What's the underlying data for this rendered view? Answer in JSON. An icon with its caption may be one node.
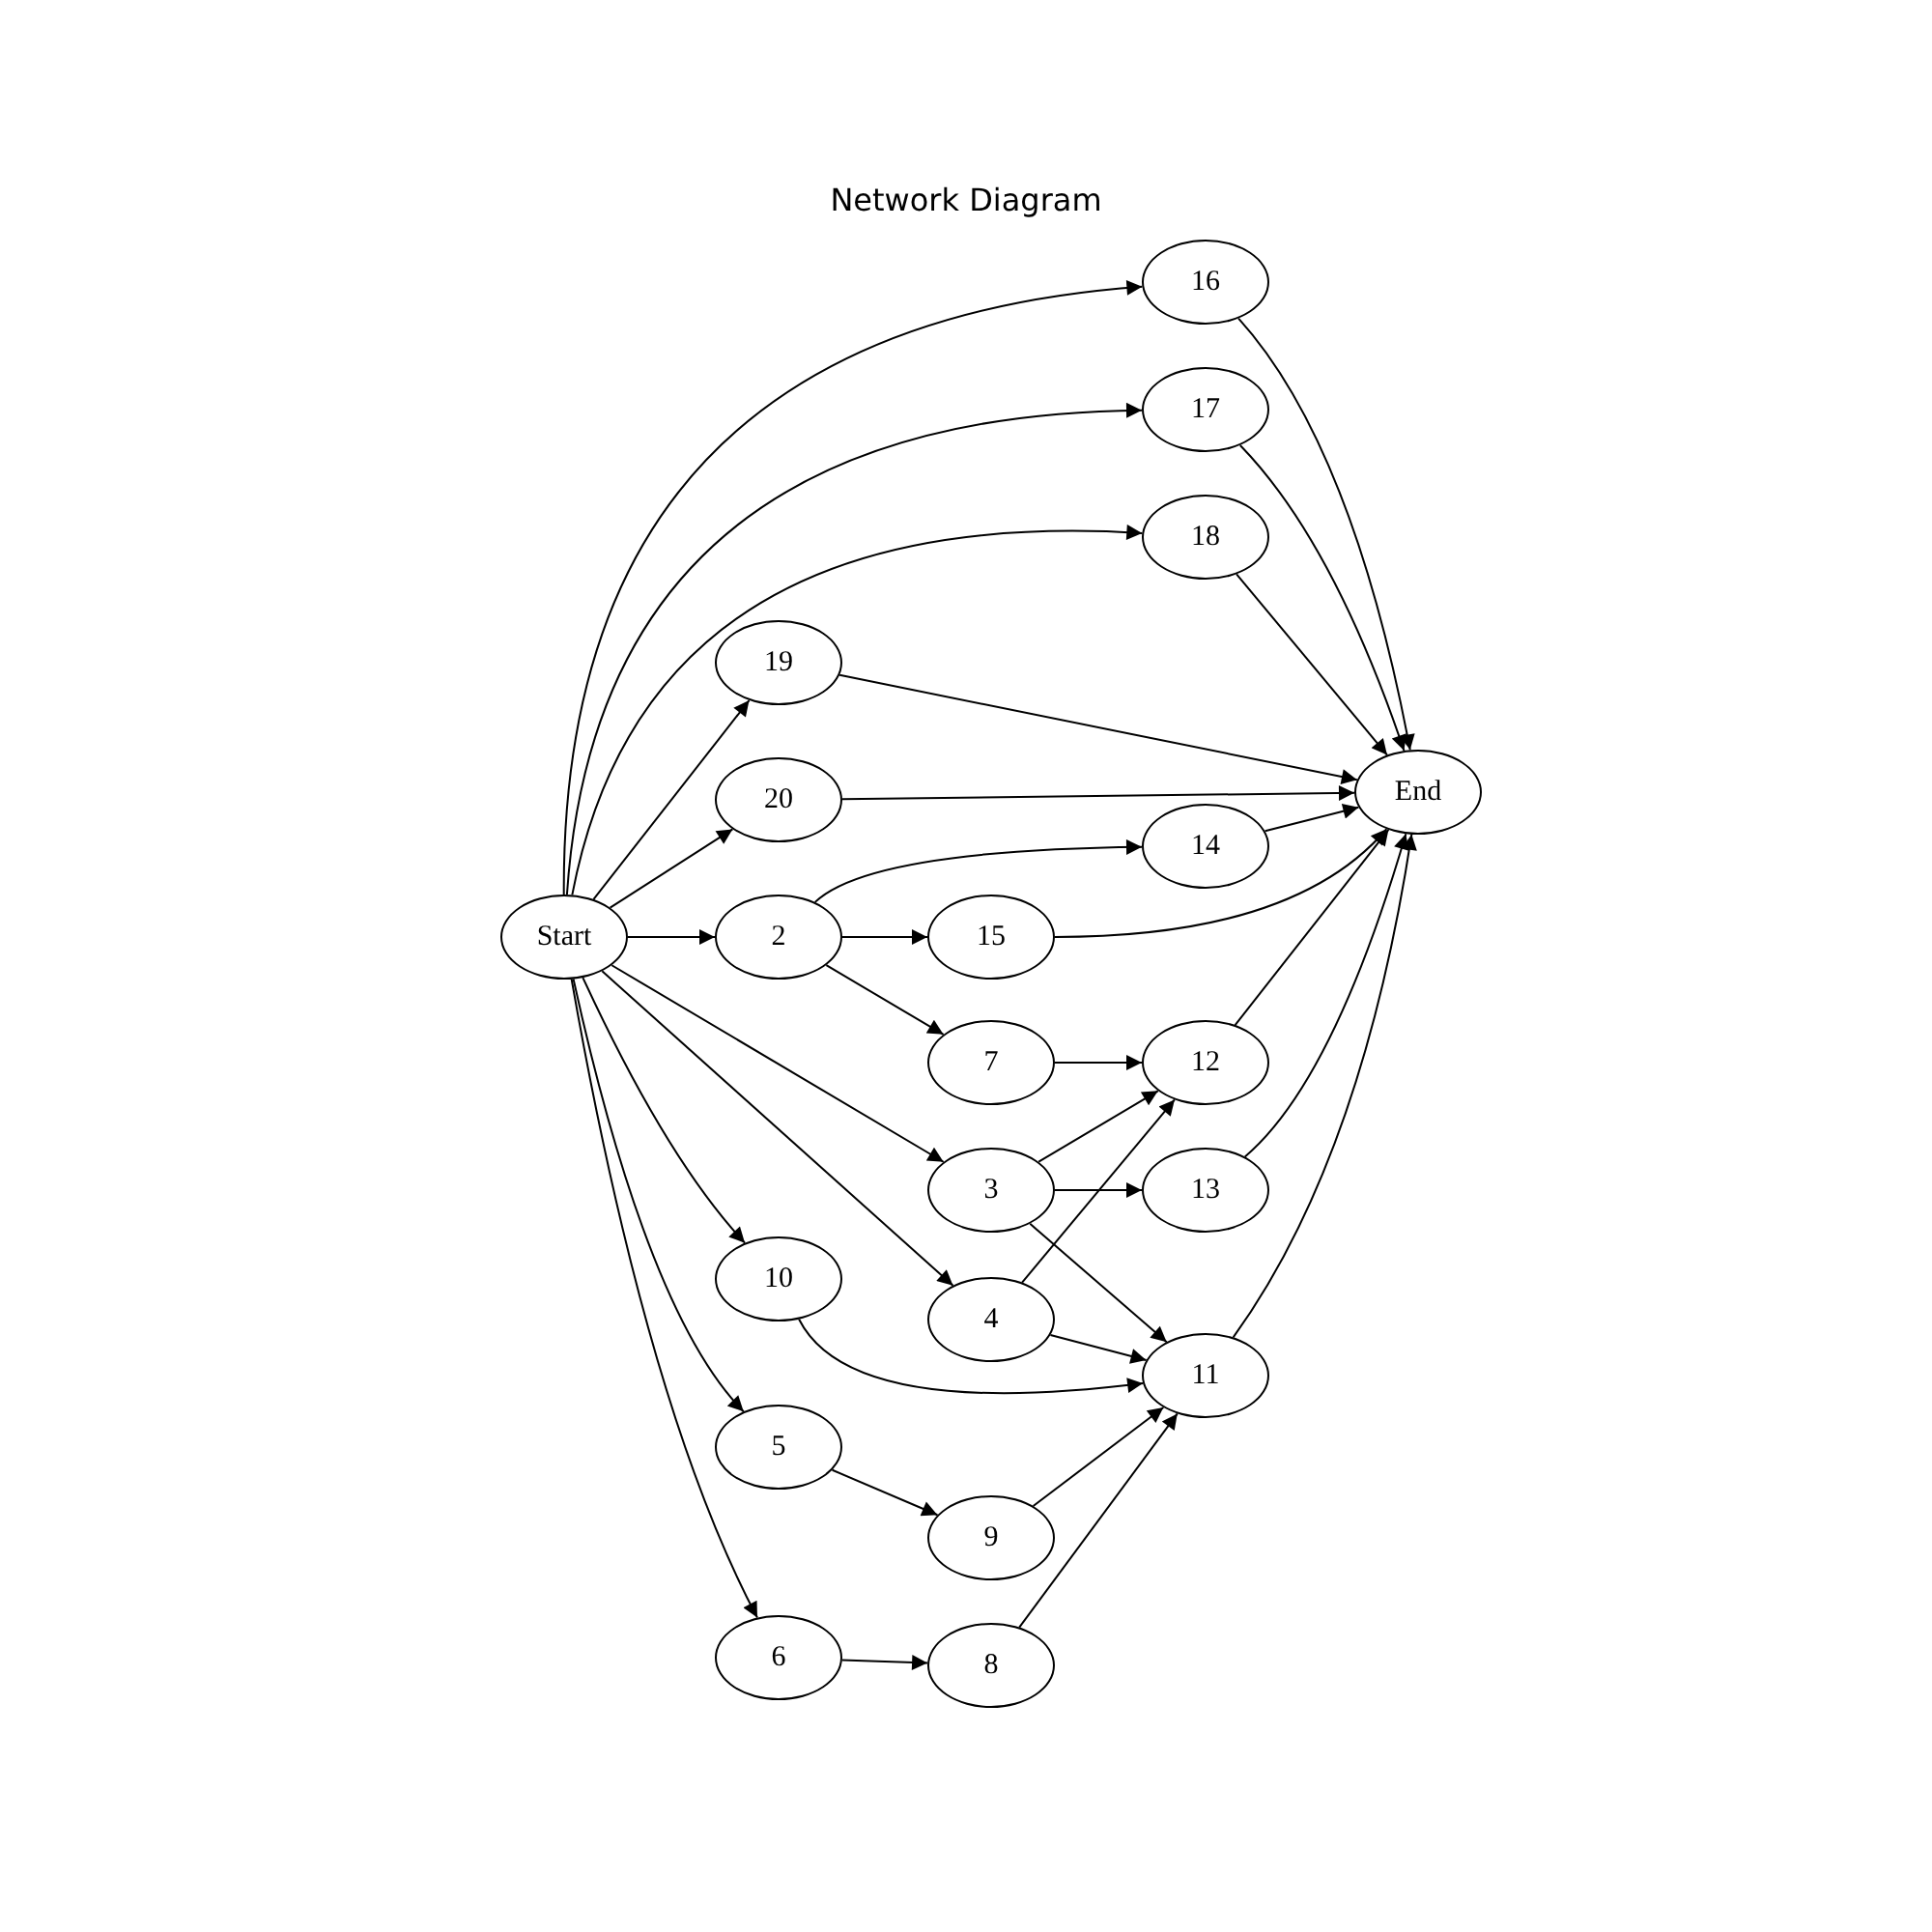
{
  "diagram": {
    "title": "Network Diagram",
    "nodes": [
      {
        "text": [
          "16"
        ]
      },
      {
        "text": [
          "17"
        ]
      },
      {
        "text": [
          "18"
        ]
      },
      {
        "text": [
          "19"
        ]
      },
      {
        "text": [
          "End"
        ]
      },
      {
        "text": [
          "20"
        ]
      },
      {
        "text": [
          "14"
        ]
      },
      {
        "text": [
          "Start"
        ]
      },
      {
        "text": [
          "2"
        ]
      },
      {
        "text": [
          "15"
        ]
      },
      {
        "text": [
          "7"
        ]
      },
      {
        "text": [
          "12"
        ]
      },
      {
        "text": [
          "3"
        ]
      },
      {
        "text": [
          "13"
        ]
      },
      {
        "text": [
          "10"
        ]
      },
      {
        "text": [
          "4"
        ]
      },
      {
        "text": [
          "11"
        ]
      },
      {
        "text": [
          "5"
        ]
      },
      {
        "text": [
          "9"
        ]
      },
      {
        "text": [
          "6"
        ]
      },
      {
        "text": [
          "8"
        ]
      }
    ],
    "edges": [
      {
        "from": 7,
        "to": 0,
        "arrow": "to"
      },
      {
        "from": 7,
        "to": 1,
        "arrow": "to"
      },
      {
        "from": 7,
        "to": 2,
        "arrow": "to"
      },
      {
        "from": 7,
        "to": 3,
        "arrow": "to"
      },
      {
        "from": 7,
        "to": 5,
        "arrow": "to"
      },
      {
        "from": 7,
        "to": 8,
        "arrow": "to"
      },
      {
        "from": 7,
        "to": 12,
        "arrow": "to"
      },
      {
        "from": 7,
        "to": 15,
        "arrow": "to"
      },
      {
        "from": 7,
        "to": 14,
        "arrow": "to"
      },
      {
        "from": 7,
        "to": 17,
        "arrow": "to"
      },
      {
        "from": 7,
        "to": 19,
        "arrow": "to"
      },
      {
        "from": 8,
        "to": 6,
        "arrow": "to"
      },
      {
        "from": 8,
        "to": 9,
        "arrow": "to"
      },
      {
        "from": 8,
        "to": 10,
        "arrow": "to"
      },
      {
        "from": 10,
        "to": 11,
        "arrow": "to"
      },
      {
        "from": 12,
        "to": 11,
        "arrow": "to"
      },
      {
        "from": 12,
        "to": 13,
        "arrow": "to"
      },
      {
        "from": 12,
        "to": 16,
        "arrow": "to"
      },
      {
        "from": 15,
        "to": 11,
        "arrow": "to"
      },
      {
        "from": 15,
        "to": 16,
        "arrow": "to"
      },
      {
        "from": 14,
        "to": 16,
        "arrow": "to"
      },
      {
        "from": 17,
        "to": 18,
        "arrow": "to"
      },
      {
        "from": 18,
        "to": 16,
        "arrow": "to"
      },
      {
        "from": 19,
        "to": 20,
        "arrow": "to"
      },
      {
        "from": 20,
        "to": 16,
        "arrow": "to"
      },
      {
        "from": 0,
        "to": 4,
        "arrow": "to"
      },
      {
        "from": 1,
        "to": 4,
        "arrow": "to"
      },
      {
        "from": 2,
        "to": 4,
        "arrow": "to"
      },
      {
        "from": 3,
        "to": 4,
        "arrow": "to"
      },
      {
        "from": 5,
        "to": 4,
        "arrow": "to"
      },
      {
        "from": 6,
        "to": 4,
        "arrow": "to"
      },
      {
        "from": 9,
        "to": 4,
        "arrow": "to"
      },
      {
        "from": 11,
        "to": 4,
        "arrow": "to"
      },
      {
        "from": 13,
        "to": 4,
        "arrow": "to"
      },
      {
        "from": 16,
        "to": 4,
        "arrow": "to"
      }
    ]
  }
}
